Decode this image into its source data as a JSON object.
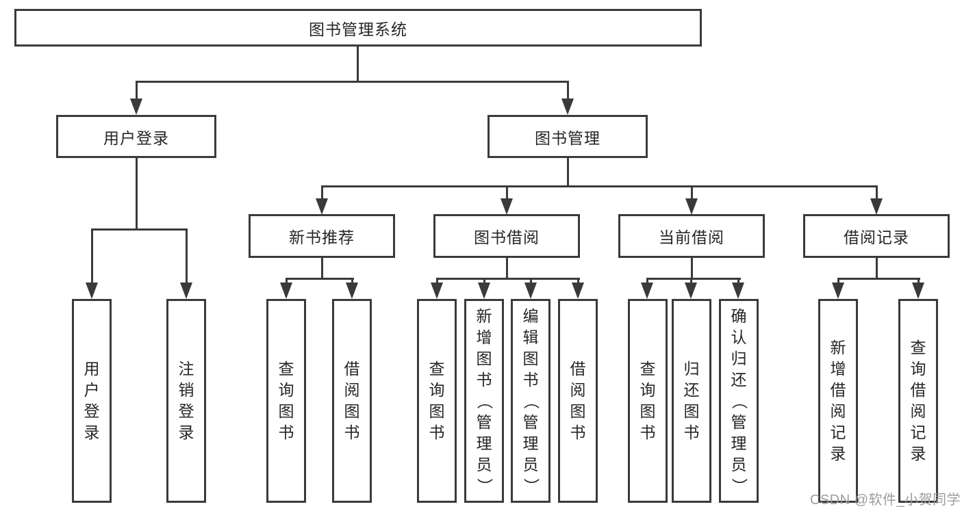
{
  "diagram": {
    "title": "图书管理系统",
    "branches": [
      {
        "label": "用户登录",
        "children": [
          {
            "label": "用户登录"
          },
          {
            "label": "注销登录"
          }
        ]
      },
      {
        "label": "图书管理",
        "children": [
          {
            "label": "新书推荐",
            "children": [
              {
                "label": "查询图书"
              },
              {
                "label": "借阅图书"
              }
            ]
          },
          {
            "label": "图书借阅",
            "children": [
              {
                "label": "查询图书"
              },
              {
                "label": "新增图书（管理员）"
              },
              {
                "label": "编辑图书（管理员）"
              },
              {
                "label": "借阅图书"
              }
            ]
          },
          {
            "label": "当前借阅",
            "children": [
              {
                "label": "查询图书"
              },
              {
                "label": "归还图书"
              },
              {
                "label": "确认归还（管理员）"
              }
            ]
          },
          {
            "label": "借阅记录",
            "children": [
              {
                "label": "新增借阅记录"
              },
              {
                "label": "查询借阅记录"
              }
            ]
          }
        ]
      }
    ]
  },
  "watermark": {
    "text": "CSDN @软件_小贺同学"
  },
  "colors": {
    "line": "#3a3a3a",
    "text": "#262626",
    "background": "#ffffff",
    "watermark": "#9c9c9c"
  }
}
